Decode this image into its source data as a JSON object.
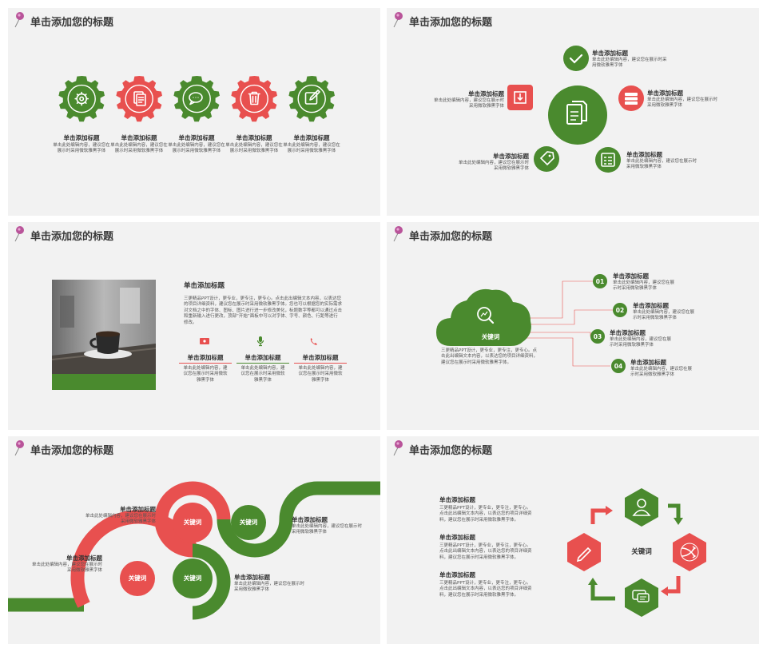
{
  "colors": {
    "green": "#4a8a2e",
    "red": "#e8504f",
    "bg": "#f2f2f2",
    "text": "#3a3a3a"
  },
  "slide_title": "单击添加您的标题",
  "slide1": {
    "items": [
      {
        "icon": "settings-icon",
        "title": "单击添加标题",
        "desc": "单击此处编辑内容，建议您在展示时采用微软雅黑字体"
      },
      {
        "icon": "document-icon",
        "title": "单击添加标题",
        "desc": "单击此处编辑内容，建议您在展示时采用微软雅黑字体"
      },
      {
        "icon": "chat-icon",
        "title": "单击添加标题",
        "desc": "单击此处编辑内容，建议您在展示时采用微软雅黑字体"
      },
      {
        "icon": "trash-icon",
        "title": "单击添加标题",
        "desc": "单击此处编辑内容，建议您在展示时采用微软雅黑字体"
      },
      {
        "icon": "edit-icon",
        "title": "单击添加标题",
        "desc": "单击此处编辑内容，建议您在展示时采用微软雅黑字体"
      }
    ]
  },
  "slide2": {
    "items": [
      {
        "icon": "check-icon",
        "title": "单击添加标题",
        "desc": "单击此处编辑内容，建议您在展示时采用微软雅黑字体"
      },
      {
        "icon": "download-icon",
        "title": "单击添加标题",
        "desc": "单击此处编辑内容，建议您在展示时采用微软雅黑字体"
      },
      {
        "icon": "stack-icon",
        "title": "单击添加标题",
        "desc": "单击此处编辑内容，建议您在展示时采用微软雅黑字体"
      },
      {
        "icon": "tag-icon",
        "title": "单击添加标题",
        "desc": "单击此处编辑内容，建议您在展示时采用微软雅黑字体"
      },
      {
        "icon": "list-icon",
        "title": "单击添加标题",
        "desc": "单击此处编辑内容，建议您在展示时采用微软雅黑字体"
      }
    ]
  },
  "slide3": {
    "heading": "单击添加标题",
    "body": "三更精品PPT设计，更专业，更专注，更专心。点击此出编辑文本内容，以表达您的项目详细资料，建议您在展示时采用微软雅黑字体。您也可以根据您的实际需求对文档之中的字体、图标、图片进行进一步修改美化，标题数字等都可以通过点击和重新输入进行更改，顶部“开始”面板中可以对字体、字号、颜色、行距等进行修改。",
    "items": [
      {
        "icon": "ticket-icon",
        "title": "单击添加标题",
        "desc": "单击此处编辑内容，建议您在展示时采用微软雅黑字体"
      },
      {
        "icon": "microphone-icon",
        "title": "单击添加标题",
        "desc": "单击此处编辑内容，建议您在展示时采用微软雅黑字体"
      },
      {
        "icon": "phone-icon",
        "title": "单击添加标题",
        "desc": "单击此处编辑内容，建议您在展示时采用微软雅黑字体"
      }
    ]
  },
  "slide4": {
    "keyword": "关键词",
    "body": "三更精品PPT设计，更专业，更专注，更专心。点击此出编辑文本内容，以表达您的项目详细资料，建议您在展示时采用微软雅黑字体。",
    "items": [
      {
        "num": "01",
        "title": "单击添加标题",
        "desc": "单击此处编辑内容，建议您在展示时采用微软雅黑字体"
      },
      {
        "num": "02",
        "title": "单击添加标题",
        "desc": "单击此处编辑内容，建议您在展示时采用微软雅黑字体"
      },
      {
        "num": "03",
        "title": "单击添加标题",
        "desc": "单击此处编辑内容，建议您在展示时采用微软雅黑字体"
      },
      {
        "num": "04",
        "title": "单击添加标题",
        "desc": "单击此处编辑内容，建议您在展示时采用微软雅黑字体"
      }
    ]
  },
  "slide5": {
    "keywords": [
      "关键词",
      "关键词",
      "关键词",
      "关键词"
    ],
    "items": [
      {
        "title": "单击添加标题",
        "desc": "单击此处编辑内容，建议您在展示时采用微软雅黑字体"
      },
      {
        "title": "单击添加标题",
        "desc": "单击此处编辑内容，建议您在展示时采用微软雅黑字体"
      },
      {
        "title": "单击添加标题",
        "desc": "单击此处编辑内容，建议您在展示时采用微软雅黑字体"
      },
      {
        "title": "单击添加标题",
        "desc": "单击此处编辑内容，建议您在展示时采用微软雅黑字体"
      }
    ]
  },
  "slide6": {
    "keyword": "关键词",
    "items": [
      {
        "title": "单击添加标题",
        "desc": "三更精品PPT设计，更专业，更专注，更专心。点击此出编辑文本内容，以表达您的项目详细资料，建议您在展示时采用微软雅黑字体。"
      },
      {
        "title": "单击添加标题",
        "desc": "三更精品PPT设计，更专业，更专注，更专心。点击此出编辑文本内容，以表达您的项目详细资料，建议您在展示时采用微软雅黑字体。"
      },
      {
        "title": "单击添加标题",
        "desc": "三更精品PPT设计，更专业，更专注，更专心。点击此出编辑文本内容，以表达您的项目详细资料，建议您在展示时采用微软雅黑字体。"
      }
    ],
    "icons": [
      "user-icon",
      "shuffle-icon",
      "message-icon",
      "pencil-icon"
    ]
  }
}
